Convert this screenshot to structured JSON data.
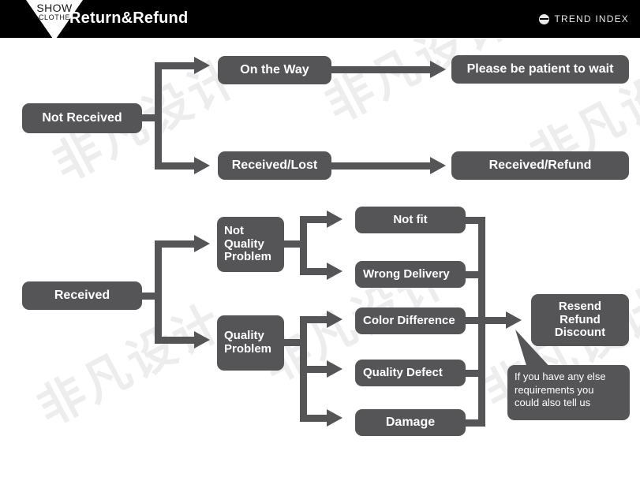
{
  "header": {
    "logo": {
      "line1": "SHOW",
      "line2": "CLOTHE",
      "icon": "triangle-logo"
    },
    "title": "Return&Refund",
    "trend_index": {
      "label": "TREND INDEX",
      "icon": "globe-icon"
    },
    "background": "#000000"
  },
  "theme": {
    "node_fill": "#555558",
    "node_text": "#ffffff",
    "connector": "#555558",
    "page_background": "#ffffff",
    "watermark": "#ededee"
  },
  "watermarks": [
    {
      "text": "非凡设计"
    },
    {
      "text": "非凡设计"
    },
    {
      "text": "非凡设计"
    },
    {
      "text": "非凡设计"
    },
    {
      "text": "非凡设计"
    },
    {
      "text": "非凡设计"
    }
  ],
  "flow_not_received": {
    "root": "Not Received",
    "branches": [
      {
        "cause": "On the Way",
        "result": "Please be patient to wait"
      },
      {
        "cause": "Received/Lost",
        "result": "Received/Refund"
      }
    ]
  },
  "flow_received": {
    "root": "Received",
    "categories": [
      {
        "label": "Not Quality\nProblem",
        "label_lines": [
          "Not",
          "Quality",
          "Problem"
        ],
        "reasons": [
          "Not fit",
          "Wrong Delivery"
        ]
      },
      {
        "label": "Quality\nProblem",
        "label_lines": [
          "Quality",
          "Problem"
        ],
        "reasons": [
          "Color Difference",
          "Quality Defect",
          "Damage"
        ]
      }
    ],
    "outcome": {
      "label_lines": [
        "Resend",
        "Refund",
        "Discount"
      ]
    },
    "callout": {
      "lines": [
        "If you have any else",
        "requirements you",
        "could also tell us"
      ]
    }
  }
}
